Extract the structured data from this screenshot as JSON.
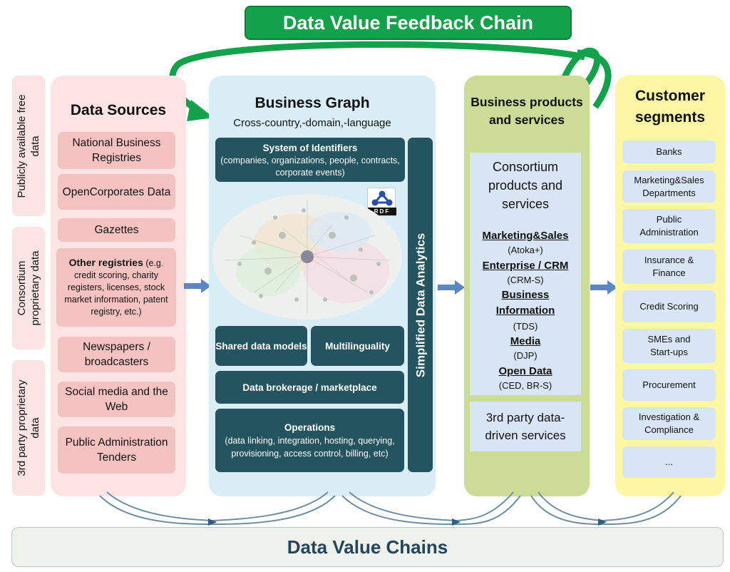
{
  "banner": {
    "title": "Data Value Feedback Chain"
  },
  "side_labels": [
    {
      "text_line1": "Publicly available free",
      "text_line2": "data"
    },
    {
      "text_line1": "Consortium",
      "text_line2": "proprietary data"
    },
    {
      "text_line1": "3rd party proprietary",
      "text_line2": "data"
    }
  ],
  "sources": {
    "title": "Data Sources",
    "items": [
      "National Business Registries",
      "OpenCorporates Data",
      "Gazettes",
      "Newspapers / broadcasters",
      "Social media and the Web",
      "Public Administration Tenders"
    ],
    "other_bold": "Other registries",
    "other_rest": " (e.g. credit scoring, charity registers, licenses, stock market information, patent registry, etc.)"
  },
  "graph": {
    "title": "Business Graph",
    "subtitle": "Cross-country,-domain,-language",
    "identifiers_title": "System of Identifiers",
    "identifiers_sub": "(companies, organizations, people, contracts, corporate events)",
    "rdf_label": "RDF",
    "shared_models": "Shared data models",
    "multilinguality": "Multilinguality",
    "brokerage": "Data brokerage / marketplace",
    "operations_title": "Operations",
    "operations_sub": "(data linking, integration, hosting, querying, provisioning, access control, billing, etc)",
    "analytics": "Simplified Data Analytics"
  },
  "products": {
    "title": "Business products and services",
    "consortium_title": "Consortium products and services",
    "items": [
      {
        "name": "Marketing&Sales",
        "code": "(Atoka+)"
      },
      {
        "name": "Enterprise / CRM",
        "code": "(CRM-S)"
      },
      {
        "name": "Business Information",
        "code": "(TDS)"
      },
      {
        "name": "Media",
        "code": "(DJP)"
      },
      {
        "name": "Open Data",
        "code": "(CED, BR-S)"
      }
    ],
    "third_party": "3rd party data-driven services"
  },
  "segments": {
    "title": "Customer segments",
    "items": [
      "Banks",
      "Marketing&Sales Departments",
      "Public Administration",
      "Insurance & Finance",
      "Credit Scoring",
      "SMEs and Start-ups",
      "Procurement",
      "Investigation & Compliance",
      "..."
    ]
  },
  "footer": {
    "title": "Data Value Chains"
  },
  "colors": {
    "banner": "#13a14c",
    "sources_bg": "#fde4e4",
    "graph_bg": "#d8edf6",
    "teal": "#23545f",
    "products_bg": "#cbdc97",
    "segments_bg": "#fdf7a4",
    "arrow": "#5a86c5"
  }
}
